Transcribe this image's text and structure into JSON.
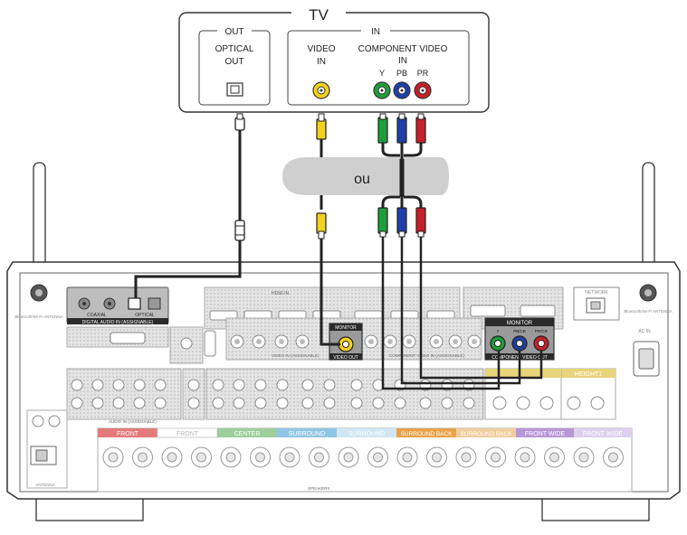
{
  "tv": {
    "title": "TV",
    "out_group": "OUT",
    "in_group": "IN",
    "optical_label_1": "OPTICAL",
    "optical_label_2": "OUT",
    "video_label_1": "VIDEO",
    "video_label_2": "IN",
    "component_label_1": "COMPONENT VIDEO",
    "component_label_2": "IN",
    "jack_y": "Y",
    "jack_pb": "PB",
    "jack_pr": "PR"
  },
  "bubble": {
    "text": "ou"
  },
  "receiver": {
    "digital_audio": {
      "coaxial_1": "COAXIAL",
      "optical": "OPTICAL",
      "group": "DIGITAL AUDIO IN (ASSIGNABLE)"
    },
    "monitor": {
      "title": "MONITOR",
      "video_out": "VIDEO OUT",
      "component_out": "COMPONENT VIDEO OUT",
      "y": "Y",
      "pb": "PB/CB",
      "pr": "PR/CR"
    },
    "speakers": {
      "front_l": "FRONT",
      "front_r": "FRONT",
      "center": "CENTER",
      "surround_r": "SURROUND",
      "surround_l": "SURROUND",
      "surround_back": "SURROUND BACK",
      "front_wide_r": "FRONT WIDE",
      "front_wide_l": "FRONT WIDE",
      "height": "HEIGHT1"
    },
    "labels": {
      "hdmi_in": "HDMI IN",
      "network": "NETWORK",
      "ac_in": "AC IN",
      "antenna": "ANTENNA",
      "component_video_in": "COMPONENT VIDEO IN (ASSIGNABLE)",
      "video_in": "VIDEO IN (ASSIGNABLE)",
      "audio_in": "AUDIO IN (ASSIGNABLE)",
      "speakers": "SPEAKERS"
    }
  },
  "colors": {
    "video_yellow": "#f2d21a",
    "y_green": "#1e9e3a",
    "pb_blue": "#1f3fa8",
    "pr_red": "#c8202a",
    "panel_grey": "#d6d6d6",
    "bubble_grey": "#cfcfcf",
    "front_red": "#e57a7a",
    "center_green": "#9ccf9c",
    "surround_blue": "#8fc6e6",
    "surround_back_orange": "#e8a24a",
    "front_wide_purple": "#b897d8",
    "height_yellow": "#e8d47a"
  }
}
